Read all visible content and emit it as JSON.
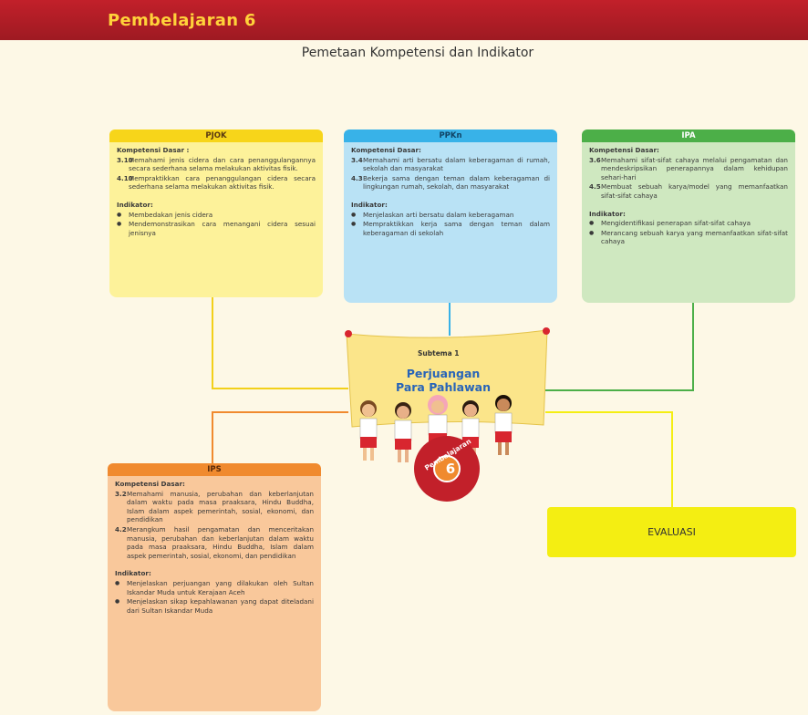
{
  "header": {
    "title": "Pembelajaran 6"
  },
  "subtitle": "Pemetaan Kompetensi dan Indikator",
  "pjok": {
    "title": "PJOK",
    "kd_label": "Kompetensi Dasar :",
    "kd": [
      {
        "num": "3.10",
        "text": "Memahami jenis cidera dan cara penanggulangannya secara sederhana selama melakukan aktivitas fisik."
      },
      {
        "num": "4.10",
        "text": "Mempraktikkan cara penanggulangan cidera secara sederhana selama melakukan aktivitas fisik."
      }
    ],
    "ind_label": "Indikator:",
    "ind": [
      "Membedakan jenis cidera",
      "Mendemonstrasikan cara menangani cidera sesuai jenisnya"
    ]
  },
  "ppkn": {
    "title": "PPKn",
    "kd_label": "Kompetensi Dasar:",
    "kd": [
      {
        "num": "3.4",
        "text": "Memahami arti bersatu dalam keberagaman di rumah, sekolah dan masyarakat"
      },
      {
        "num": "4.3",
        "text": "Bekerja sama dengan teman dalam keberagaman di lingkungan rumah, sekolah, dan masyarakat"
      }
    ],
    "ind_label": "Indikator:",
    "ind": [
      "Menjelaskan arti bersatu dalam keberagaman",
      "Mempraktikkan kerja sama dengan teman dalam keberagaman di sekolah"
    ]
  },
  "ipa": {
    "title": "IPA",
    "kd_label": "Kompetensi Dasar:",
    "kd": [
      {
        "num": "3.6",
        "text": "Memahami sifat-sifat cahaya melalui pengamatan dan mendeskripsikan penerapannya dalam kehidupan sehari-hari"
      },
      {
        "num": "4.5",
        "text": "Membuat sebuah karya/model yang memanfaatkan sifat-sifat cahaya"
      }
    ],
    "ind_label": "Indikator:",
    "ind": [
      "Mengidentifikasi penerapan sifat-sifat cahaya",
      "Merancang sebuah karya yang memanfaatkan sifat-sifat cahaya"
    ]
  },
  "ips": {
    "title": "IPS",
    "kd_label": "Kompetensi Dasar:",
    "kd": [
      {
        "num": "3.2",
        "text": "Memahami manusia, perubahan dan keberlanjutan dalam waktu pada masa praaksara, Hindu Buddha, Islam dalam aspek pemerintah, sosial, ekonomi, dan pendidikan"
      },
      {
        "num": "4.2",
        "text": "Merangkum hasil pengamatan dan menceritakan manusia, perubahan dan keberlanjutan dalam waktu pada masa praaksara, Hindu Buddha, Islam dalam aspek pemerintah, sosial, ekonomi, dan pendidikan"
      }
    ],
    "ind_label": "Indikator:",
    "ind": [
      "Menjelaskan perjuangan yang dilakukan oleh Sultan Iskandar Muda untuk Kerajaan Aceh",
      "Menjelaskan sikap kepahlawanan yang dapat diteladani dari Sultan Iskandar Muda"
    ]
  },
  "center": {
    "subtema": "Subtema 1",
    "title_line1": "Perjuangan",
    "title_line2": "Para Pahlawan",
    "badge_word": "Pembelajaran",
    "badge_num": "6"
  },
  "evaluasi": "EVALUASI",
  "colors": {
    "header": "#b01e26",
    "header_text": "#ffd23a",
    "pjok": "#f7d51a",
    "ppkn": "#38b2e8",
    "ipa": "#4caf48",
    "ips": "#f08a2e",
    "evaluasi": "#f4ee12"
  }
}
